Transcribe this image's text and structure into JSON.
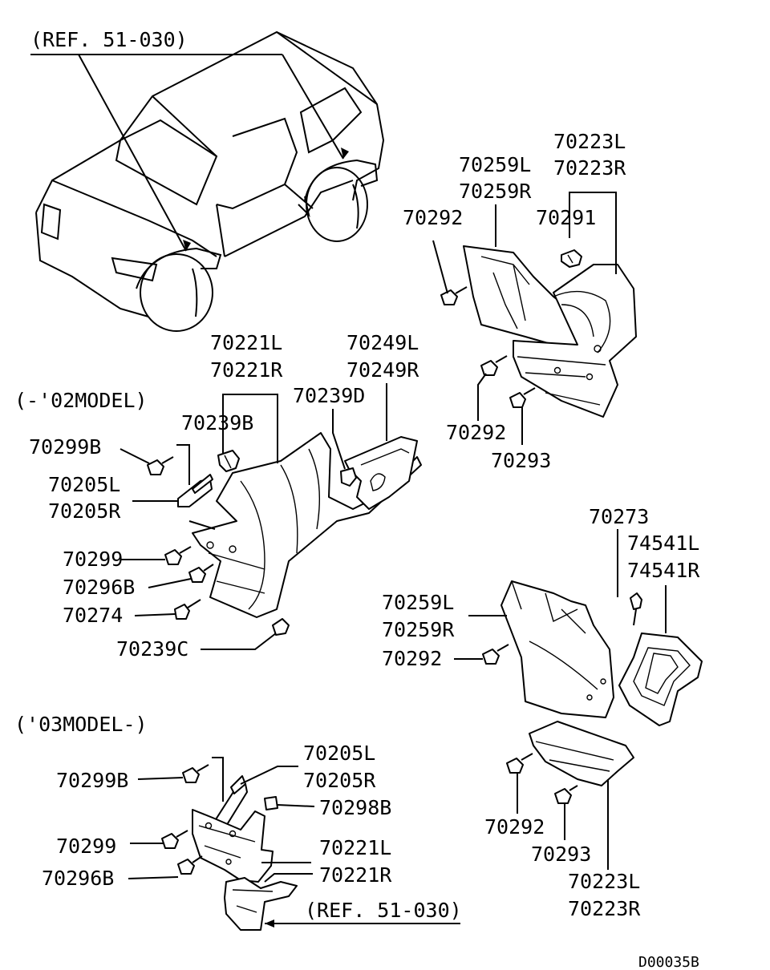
{
  "labels": {
    "ref_top": "(REF. 51-030)",
    "ref_bottom": "(REF. 51-030)",
    "model_early": "(-'02MODEL)",
    "model_late": "('03MODEL-)",
    "p70223L_a": "70223L",
    "p70223R_a": "70223R",
    "p70259L_a": "70259L",
    "p70259R_a": "70259R",
    "p70292_a": "70292",
    "p70291": "70291",
    "p70292_b": "70292",
    "p70293_a": "70293",
    "p70221L_a": "70221L",
    "p70221R_a": "70221R",
    "p70249L": "70249L",
    "p70249R": "70249R",
    "p70239D": "70239D",
    "p70239B": "70239B",
    "p70299B_a": "70299B",
    "p70205L_a": "70205L",
    "p70205R_a": "70205R",
    "p70299_a": "70299",
    "p70296B_a": "70296B",
    "p70274": "70274",
    "p70239C": "70239C",
    "p70273": "70273",
    "p74541L": "74541L",
    "p74541R": "74541R",
    "p70259L_b": "70259L",
    "p70259R_b": "70259R",
    "p70292_c": "70292",
    "p70205L_b": "70205L",
    "p70205R_b": "70205R",
    "p70299B_b": "70299B",
    "p70298B": "70298B",
    "p70299_b": "70299",
    "p70221L_b": "70221L",
    "p70221R_b": "70221R",
    "p70296B_b": "70296B",
    "p70292_d": "70292",
    "p70293_b": "70293",
    "p70223L_b": "70223L",
    "p70223R_b": "70223R",
    "diagram_code": "D00035B"
  }
}
